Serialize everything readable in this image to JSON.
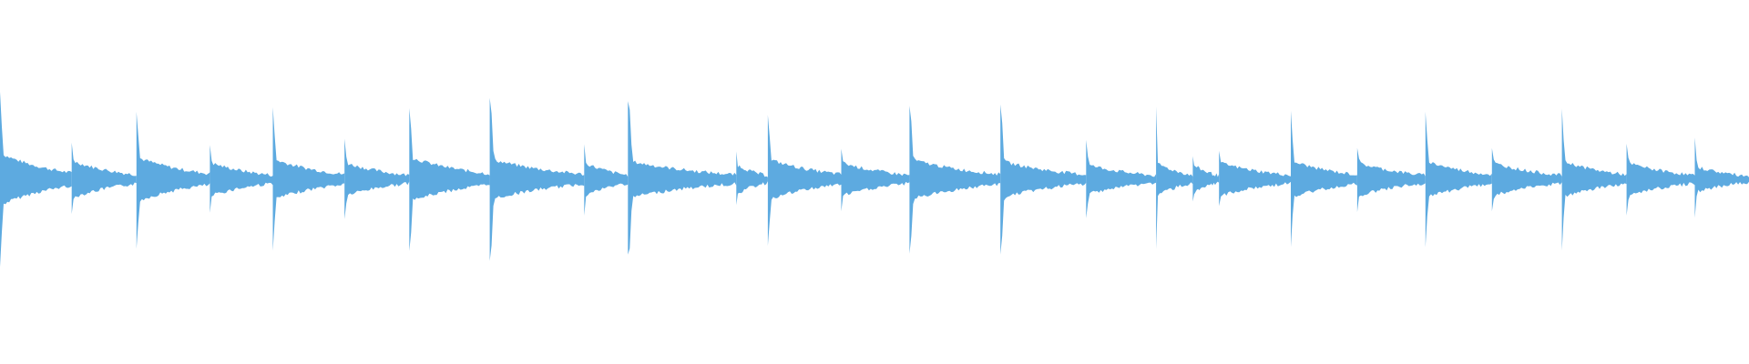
{
  "waveform": {
    "color": "#5DAAE0",
    "background": "#FFFFFF",
    "onset_times": [
      0.0,
      0.041,
      0.078,
      0.12,
      0.156,
      0.197,
      0.234,
      0.28,
      0.334,
      0.359,
      0.421,
      0.439,
      0.481,
      0.52,
      0.572,
      0.621,
      0.661,
      0.682,
      0.697,
      0.738,
      0.776,
      0.815,
      0.853,
      0.893,
      0.93,
      0.969
    ],
    "onset_peaks": [
      0.48,
      0.2,
      0.38,
      0.19,
      0.39,
      0.22,
      0.4,
      0.44,
      0.19,
      0.42,
      0.15,
      0.36,
      0.17,
      0.4,
      0.42,
      0.22,
      0.39,
      0.12,
      0.15,
      0.37,
      0.18,
      0.38,
      0.17,
      0.39,
      0.19,
      0.22
    ],
    "decay_levels": [
      0.14,
      0.1,
      0.12,
      0.09,
      0.11,
      0.09,
      0.12,
      0.11,
      0.09,
      0.1,
      0.08,
      0.11,
      0.09,
      0.11,
      0.1,
      0.08,
      0.09,
      0.08,
      0.09,
      0.1,
      0.09,
      0.1,
      0.09,
      0.1,
      0.09,
      0.07
    ]
  }
}
